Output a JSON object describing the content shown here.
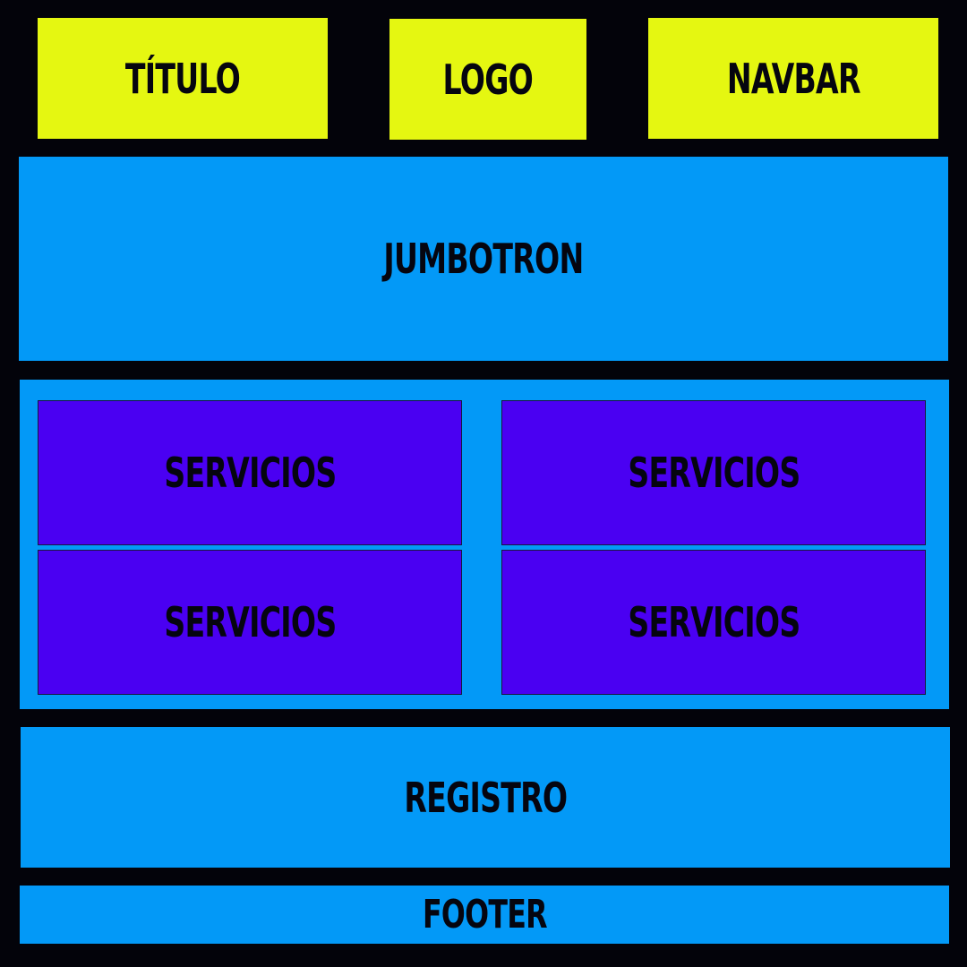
{
  "header": {
    "titulo": "TÍTULO",
    "logo": "LOGO",
    "navbar": "NAVBAR"
  },
  "jumbotron": "JUMBOTRON",
  "servicios": [
    "SERVICIOS",
    "SERVICIOS",
    "SERVICIOS",
    "SERVICIOS"
  ],
  "registro": "REGISTRO",
  "footer": "FOOTER",
  "colors": {
    "background": "#03030a",
    "header_blocks": "#e5f711",
    "sections": "#0399f7",
    "service_cards": "#4a00f2",
    "text": "#05050f"
  }
}
